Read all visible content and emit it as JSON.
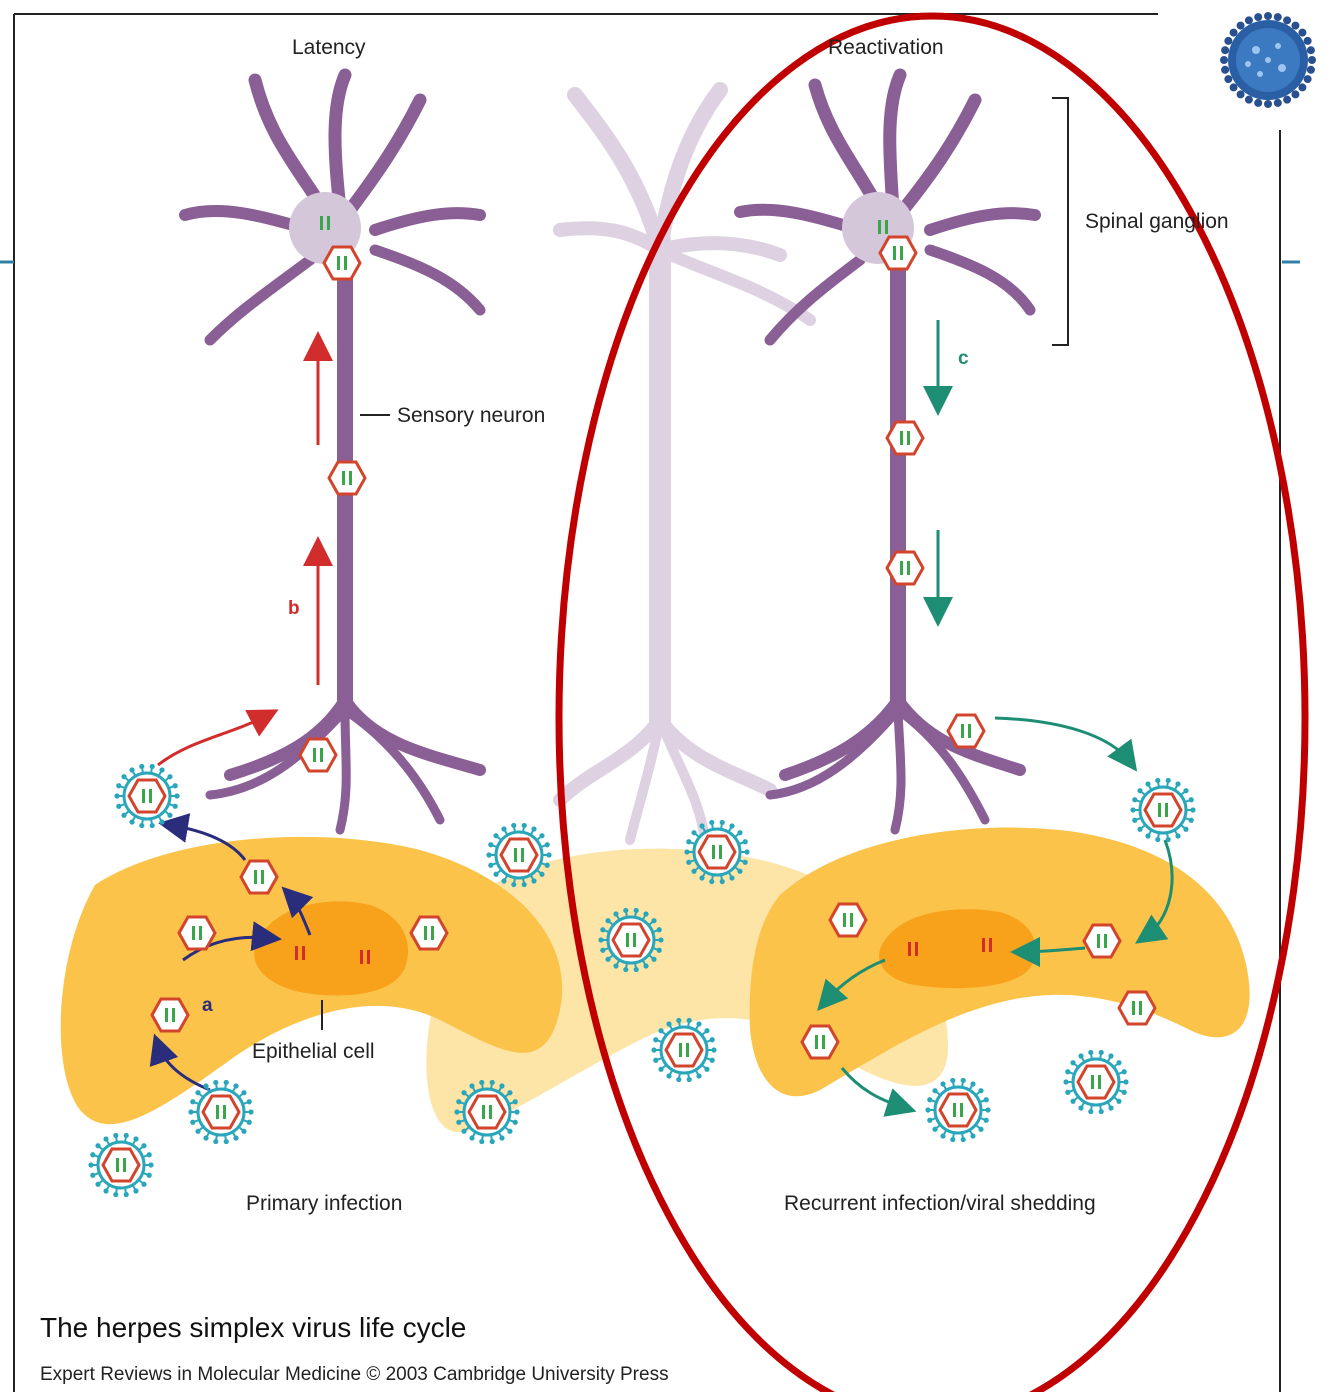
{
  "labels": {
    "latency": "Latency",
    "reactivation": "Reactivation",
    "spinal_ganglion": "Spinal ganglion",
    "sensory_neuron": "Sensory neuron",
    "epithelial_cell": "Epithelial cell",
    "primary_infection": "Primary infection",
    "recurrent_infection": "Recurrent infection/viral shedding"
  },
  "step_letters": {
    "a": "a",
    "b": "b",
    "c": "c"
  },
  "caption": {
    "title": "The herpes simplex virus life cycle",
    "credit": "Expert Reviews in Molecular Medicine © 2003 Cambridge University Press"
  },
  "colors": {
    "neuron": "#8a5f95",
    "neuron_faded": "#d9ccdf",
    "nucleus": "#d4c7da",
    "cell": "#fbc34a",
    "cell_light": "#fde5a8",
    "cell_nucleus": "#f7a21a",
    "capsid_stroke": "#d2452c",
    "envelope": "#2aa6bb",
    "arrow_primary": "#2a2d7c",
    "arrow_ascend": "#d22d2d",
    "arrow_reactivation": "#1d8d73",
    "highlight_ellipse": "#c00000",
    "frame_accent": "#2f7fa6"
  },
  "icons": [
    "virus-icon",
    "capsid-icon",
    "enveloped-virion-icon"
  ]
}
